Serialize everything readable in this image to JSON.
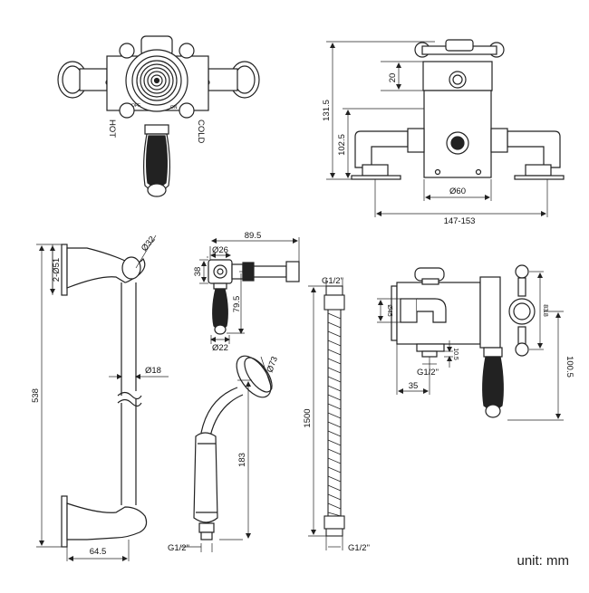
{
  "labels": {
    "hot": "HOT",
    "cold": "COLD",
    "off": "OFF",
    "on": "ON",
    "dim_20": "20",
    "dim_131_5": "131.5",
    "dim_102_5": "102.5",
    "dim_d60": "Ø60",
    "dim_147_153": "147-153",
    "dim_2d51": "2-Ø51",
    "dim_d32": "Ø32",
    "dim_538": "538",
    "dim_d18": "Ø18",
    "dim_64_5": "64.5",
    "dim_89_5": "89.5",
    "dim_d26": "Ø26",
    "dim_38": "38",
    "dim_79_5": "79.5",
    "dim_d22": "Ø22",
    "dim_d73": "Ø73",
    "dim_183": "183",
    "dim_1500": "1500",
    "dim_g12_a": "G1/2\"",
    "dim_g12_b": "G1/2\"",
    "dim_g12_c": "G1/2\"",
    "dim_g12_d": "G1/2\"",
    "dim_d45": "Ø45",
    "dim_83_8": "83.8",
    "dim_10_5": "10.5",
    "dim_100_5": "100.5",
    "dim_35": "35"
  },
  "unit_label": "unit: mm"
}
